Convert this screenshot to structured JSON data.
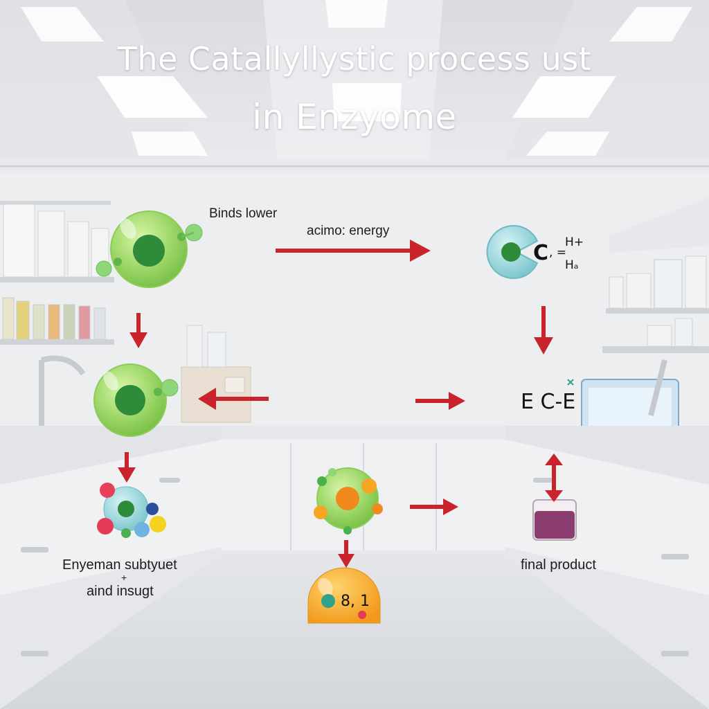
{
  "title": {
    "line1": "The Catallyllystic process ust",
    "line2": "in Enzyome"
  },
  "labels": {
    "binds_lower": "Binds lower",
    "activation_energy": "acimo: energy",
    "complex_c": "C",
    "complex_sep": ", =",
    "h_plus": "H+",
    "h_sub": "Hₐ",
    "ec_e": "E C-E",
    "substrate_label_line1": "Enyeman subtyuet",
    "substrate_label_plus": "+",
    "substrate_label_line2": "aind insugt",
    "orange_blob_text": "8, 1",
    "final_product": "final product"
  },
  "colors": {
    "arrow_red": "#c9242b",
    "enzyme_green": "#9fd86a",
    "core_green": "#2e8b3a",
    "teal": "#8fd3d8",
    "orange": "#f5a623",
    "product_purple": "#8a3d6e",
    "lab_wall": "#eceef0",
    "lab_floor": "#dfe2e6"
  }
}
